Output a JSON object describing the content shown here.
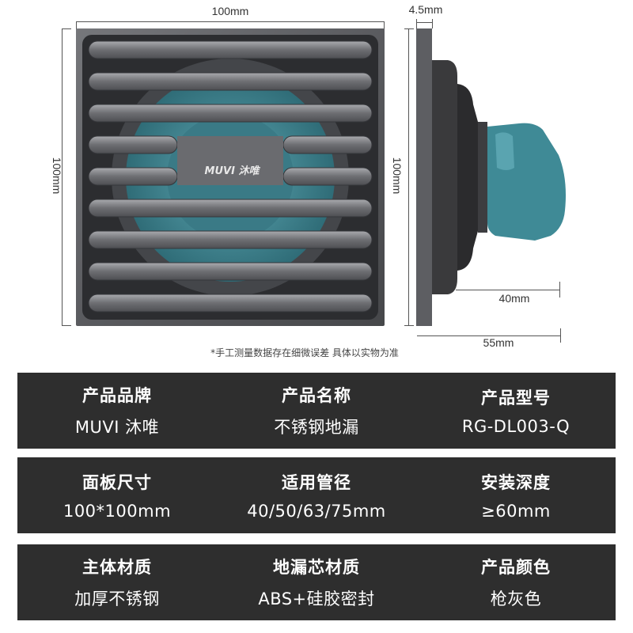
{
  "product_image": {
    "brand_logo": "MUVI 沐唯",
    "dim_top_width": "100mm",
    "dim_left_height": "100mm",
    "dim_side_height": "100mm",
    "dim_panel_thickness": "4.5mm",
    "dim_core_width": "40mm",
    "dim_total_depth": "55mm",
    "colors": {
      "panel": "#5d5e62",
      "core": "#3f8a96",
      "body": "#3a3a3c"
    }
  },
  "note": "*手工测量数据存在细微误差 具体以实物为准",
  "specs": [
    [
      {
        "label": "产品品牌",
        "value": "MUVI 沐唯"
      },
      {
        "label": "产品名称",
        "value": "不锈钢地漏"
      },
      {
        "label": "产品型号",
        "value": "RG-DL003-Q"
      }
    ],
    [
      {
        "label": "面板尺寸",
        "value": "100*100mm"
      },
      {
        "label": "适用管径",
        "value": "40/50/63/75mm"
      },
      {
        "label": "安装深度",
        "value": "≥60mm"
      }
    ],
    [
      {
        "label": "主体材质",
        "value": "加厚不锈钢"
      },
      {
        "label": "地漏芯材质",
        "value": "ABS+硅胶密封"
      },
      {
        "label": "产品颜色",
        "value": "枪灰色"
      }
    ]
  ]
}
